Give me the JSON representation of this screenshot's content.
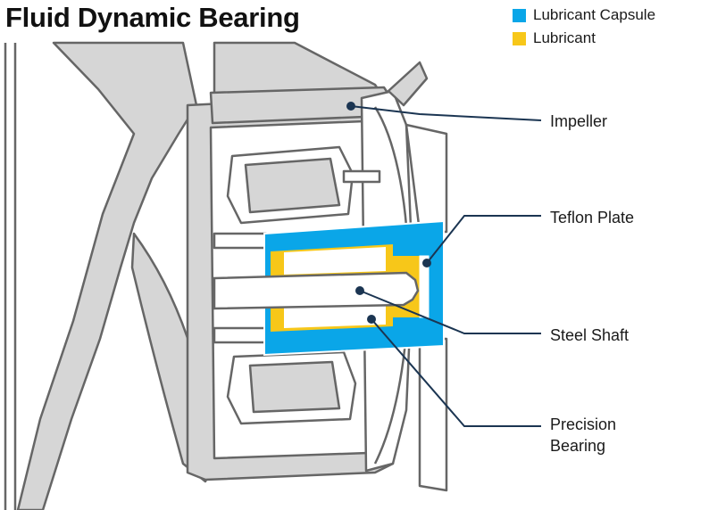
{
  "title": "Fluid Dynamic Bearing",
  "legend": [
    {
      "label": "Lubricant Capsule",
      "color": "#0aa6e8"
    },
    {
      "label": "Lubricant",
      "color": "#f7c719"
    }
  ],
  "callouts": {
    "impeller": "Impeller",
    "teflon_plate": "Teflon Plate",
    "steel_shaft": "Steel Shaft",
    "precision_bearing_line1": "Precision",
    "precision_bearing_line2": "Bearing"
  },
  "colors": {
    "outline": "#666666",
    "fill": "#d6d6d6",
    "leader": "#1b3552"
  }
}
